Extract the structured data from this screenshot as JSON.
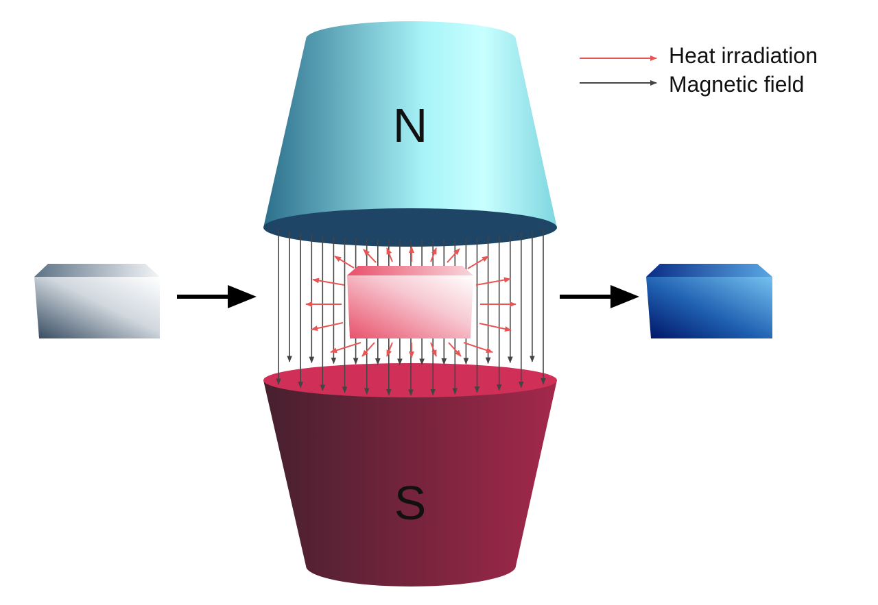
{
  "diagram": {
    "north_pole_label": "N",
    "south_pole_label": "S",
    "legend": [
      {
        "label": "Heat irradiation",
        "color": "#e85555"
      },
      {
        "label": "Magnetic field",
        "color": "#444444"
      }
    ],
    "colors": {
      "north_magnet_dark": "#2c6f8c",
      "north_magnet_light": "#b6ffff",
      "north_face": "#1f4566",
      "south_magnet_dark": "#4a1e2e",
      "south_magnet_light": "#a3284b",
      "south_face": "#d03058",
      "heat_arrow": "#e85555",
      "field_line": "#444444",
      "process_arrow": "#000000",
      "warm_block": "#e8506a",
      "cold_block": "#0a2a7a",
      "initial_block": "#3c5066"
    }
  }
}
